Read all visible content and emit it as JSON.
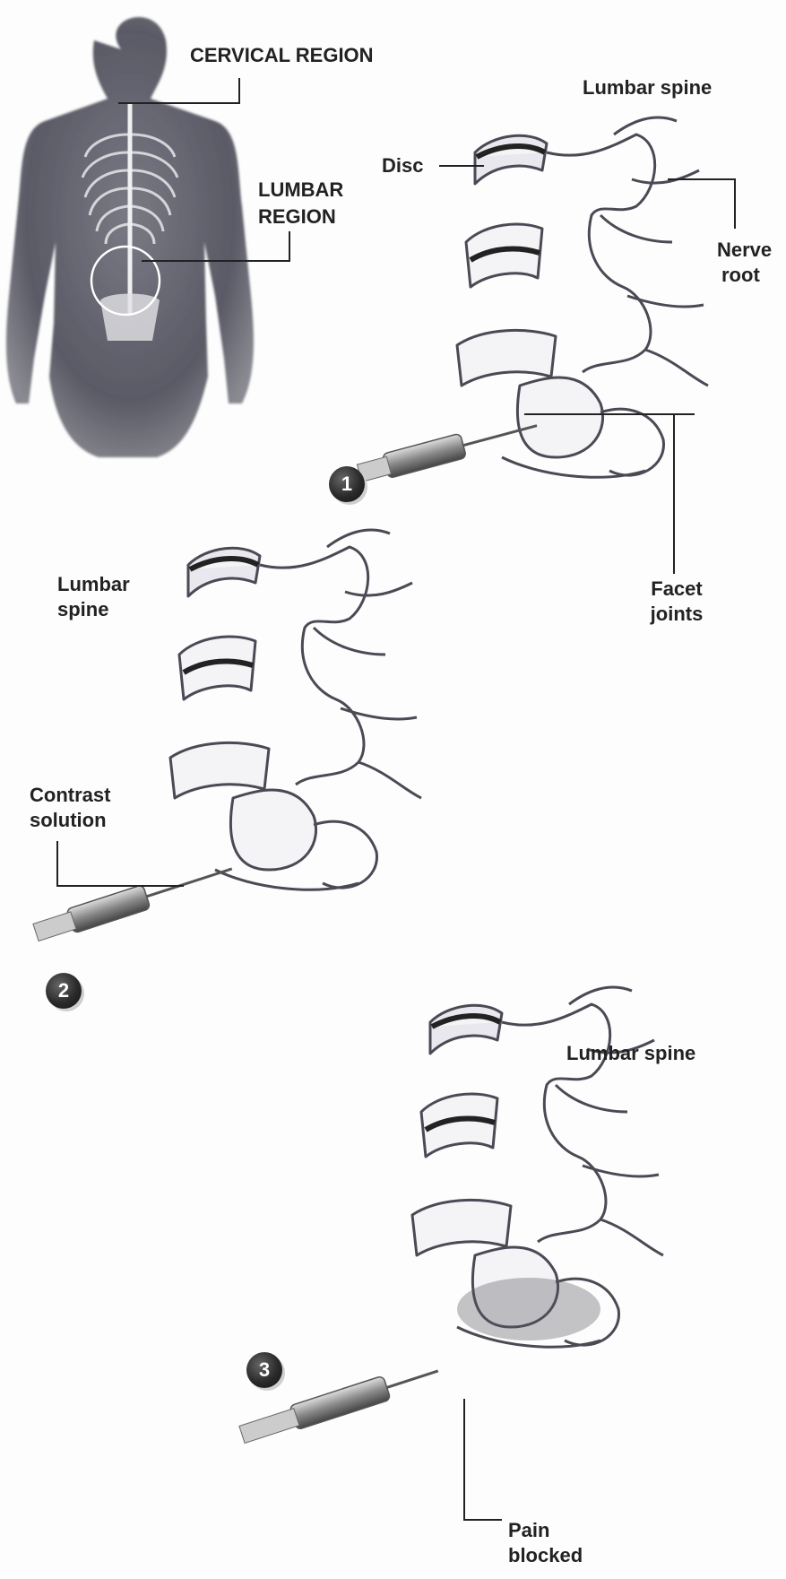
{
  "labels": {
    "cervical_region": "CERVICAL REGION",
    "lumbar_region_1": "LUMBAR",
    "lumbar_region_2": "REGION",
    "lumbar_spine_1": "Lumbar spine",
    "disc": "Disc",
    "nerve_root_1": "Nerve",
    "nerve_root_2": "root",
    "facet_joints_1": "Facet",
    "facet_joints_2": "joints",
    "lumbar_spine_2a": "Lumbar",
    "lumbar_spine_2b": "spine",
    "contrast_solution_1": "Contrast",
    "contrast_solution_2": "solution",
    "lumbar_spine_3": "Lumbar spine",
    "pain_blocked_1": "Pain",
    "pain_blocked_2": "blocked"
  },
  "steps": [
    "1",
    "2",
    "3"
  ]
}
